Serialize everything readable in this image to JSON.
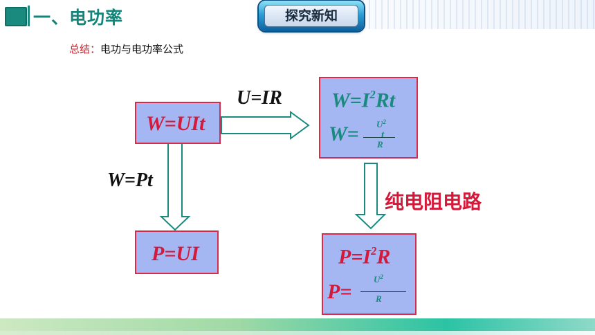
{
  "header": {
    "title": "一、电功率",
    "badge": "探究新知"
  },
  "subtitle": {
    "label": "总结：",
    "text": "电功与电功率公式"
  },
  "formulas": {
    "box_wuit": "W=UIt",
    "box_pui": "P=UI",
    "box_w_i2rt": {
      "pre": "W=I",
      "sup": "2",
      "post": "Rt"
    },
    "box_w_frac": {
      "lhs": "W=",
      "num": "U",
      "num_sup": "2",
      "den": "R",
      "extra": "t"
    },
    "box_p_i2r": {
      "pre": "P=I",
      "sup": "2",
      "post": "R"
    },
    "box_p_frac": {
      "lhs": "P=",
      "num": "U",
      "num_sup": "2",
      "den": "R"
    }
  },
  "labels": {
    "u_ir": "U=IR",
    "w_pt": "W=Pt",
    "pure_resistor": "纯电阻电路"
  },
  "colors": {
    "accent_teal": "#1a8a7e",
    "accent_red": "#d4193a",
    "box_fill": "#a5b7f2",
    "arrow_stroke": "#1a8a7e"
  }
}
